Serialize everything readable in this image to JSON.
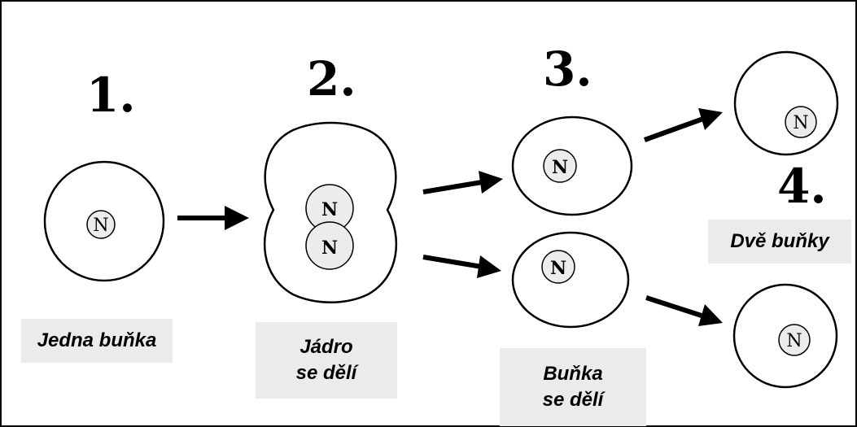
{
  "steps": {
    "s1": "1.",
    "s2": "2.",
    "s3": "3.",
    "s4": "4."
  },
  "captions": {
    "one_cell": "Jedna buňka",
    "nucleus_divides_line1": "Jádro",
    "nucleus_divides_line2": "se dělí",
    "cell_divides_line1": "Buňka",
    "cell_divides_line2": "se dělí",
    "two_cells": "Dvě buňky"
  },
  "nucleus_label": "N",
  "colors": {
    "outline": "#000000",
    "nucleus_fill": "#ececec",
    "caption_bg": "#ebebeb"
  }
}
